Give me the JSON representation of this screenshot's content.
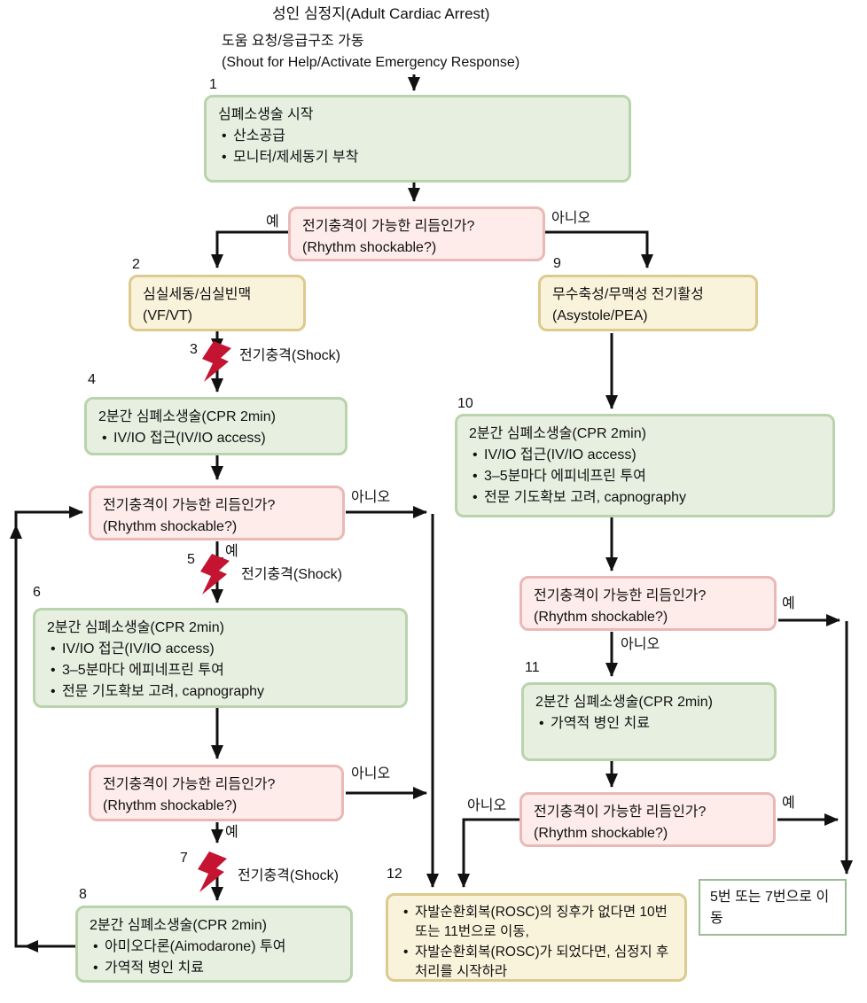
{
  "header": {
    "title": "성인 심정지(Adult Cardiac Arrest)",
    "pre_step_line1": "도움 요청/응급구조 가동",
    "pre_step_line2": "(Shout for Help/Activate Emergency Response)"
  },
  "labels": {
    "yes": "예",
    "no": "아니오",
    "shock": "전기충격(Shock)"
  },
  "decision": {
    "line1": "전기충격이 가능한 리듬인가?",
    "line2": "(Rhythm shockable?)"
  },
  "shock_steps": {
    "s3": "3",
    "s5": "5",
    "s7": "7"
  },
  "boxes": {
    "b1": {
      "num": "1",
      "title": "심폐소생술 시작",
      "bullets": [
        "산소공급",
        "모니터/제세동기 부착"
      ]
    },
    "b2": {
      "num": "2",
      "line1": "심실세동/심실빈맥",
      "line2": "(VF/VT)"
    },
    "b9": {
      "num": "9",
      "line1": "무수축성/무맥성 전기활성",
      "line2": "(Asystole/PEA)"
    },
    "b4": {
      "num": "4",
      "title": "2분간 심폐소생술(CPR 2min)",
      "bullets": [
        "IV/IO 접근(IV/IO access)"
      ]
    },
    "b6": {
      "num": "6",
      "title": "2분간 심폐소생술(CPR 2min)",
      "bullets": [
        "IV/IO 접근(IV/IO access)",
        "3–5분마다 에피네프린 투여",
        "전문 기도확보 고려, capnography"
      ]
    },
    "b8": {
      "num": "8",
      "title": "2분간 심폐소생술(CPR 2min)",
      "bullets": [
        "아미오다론(Aimodarone) 투여",
        "가역적 병인 치료"
      ]
    },
    "b10": {
      "num": "10",
      "title": "2분간 심폐소생술(CPR 2min)",
      "bullets": [
        "IV/IO 접근(IV/IO access)",
        "3–5분마다 에피네프린 투여",
        "전문 기도확보 고려, capnography"
      ]
    },
    "b11": {
      "num": "11",
      "title": "2분간 심폐소생술(CPR 2min)",
      "bullets": [
        "가역적 병인 치료"
      ]
    },
    "b12": {
      "num": "12",
      "bullets": [
        "자발순환회복(ROSC)의 징후가 없다면 10번 또는 11번으로 이동,",
        "자발순환회복(ROSC)가 되었다면, 심정지 후 처리를 시작하라"
      ]
    },
    "goto57": {
      "text": "5번 또는 7번으로 이동"
    }
  },
  "colors": {
    "green_fill": "#e7efe1",
    "green_border": "#b9d3ac",
    "yellow_fill": "#faf3db",
    "yellow_border": "#ddca8e",
    "pink_fill": "#fdece9",
    "pink_border": "#eab9b7",
    "goto_border": "#9bbc95",
    "arrow": "#111111",
    "bolt": "#c41431"
  }
}
